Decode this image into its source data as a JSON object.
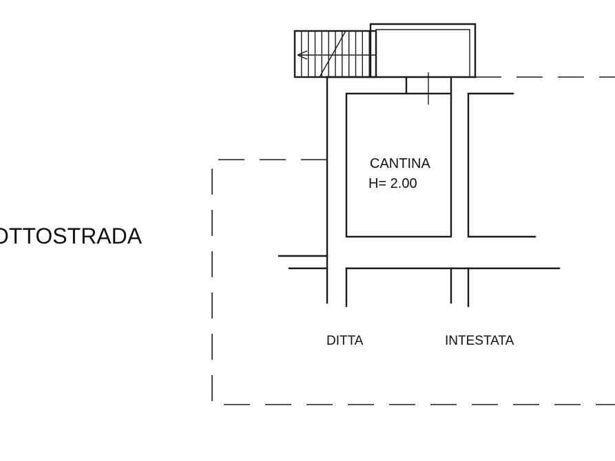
{
  "labels": {
    "street_level": "OTTOSTRADA",
    "room_name": "CANTINA",
    "room_height": "H= 2.00",
    "owner_left": "DITTA",
    "owner_right": "INTESTATA"
  },
  "colors": {
    "ink": "#1a1a1a",
    "paper": "#ffffff"
  },
  "stair_treads": 11
}
